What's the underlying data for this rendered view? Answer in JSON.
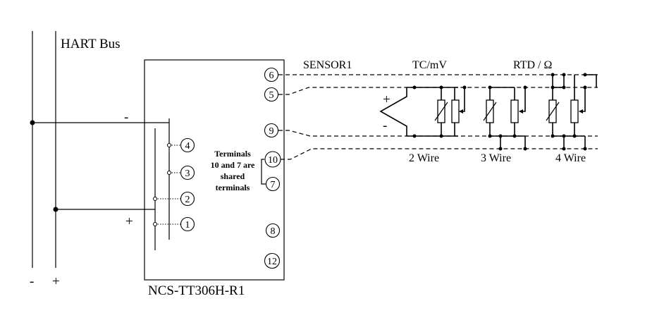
{
  "labels": {
    "hart_bus": "HART Bus",
    "bus_minus": "-",
    "bus_plus": "+",
    "loop_minus": "-",
    "loop_plus": "+",
    "device_name": "NCS-TT306H-R1",
    "sensor": "SENSOR1",
    "tc_mv": "TC/mV",
    "rtd_ohm": "RTD / Ω",
    "tc_plus": "+",
    "tc_minus": "-",
    "two_wire": "2 Wire",
    "three_wire": "3 Wire",
    "four_wire": "4 Wire",
    "note_line1": "Terminals",
    "note_line2": "10 and 7 are",
    "note_line3": "shared",
    "note_line4": "terminals"
  },
  "left_terminals": [
    "4",
    "3",
    "2",
    "1"
  ],
  "right_terminals": [
    "6",
    "5",
    "9",
    "10",
    "7",
    "8",
    "12"
  ]
}
